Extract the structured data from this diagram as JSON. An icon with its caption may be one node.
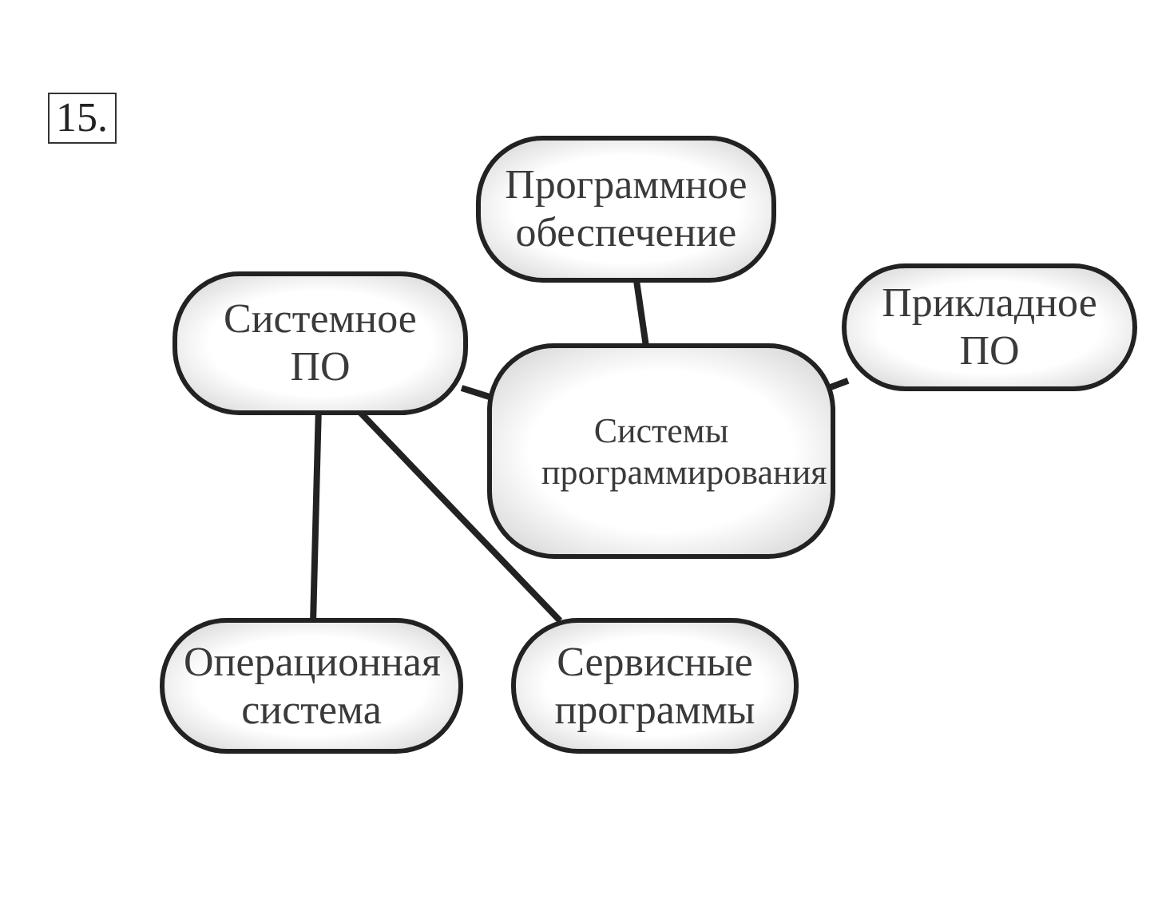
{
  "diagram": {
    "nodes": [
      {
        "text": [
          "Программное обеспечение"
        ]
      },
      {
        "text": [
          "Системное ПО"
        ]
      },
      {
        "text": [
          "Прикладное ПО"
        ]
      },
      {
        "text": [
          "Системы программирования"
        ]
      },
      {
        "text": [
          "Операционная система"
        ]
      },
      {
        "text": [
          "Сервисные программы"
        ]
      }
    ],
    "edges": [
      {
        "from": 0,
        "to": 3,
        "arrow": "none"
      },
      {
        "from": 1,
        "to": 3,
        "arrow": "none"
      },
      {
        "from": 3,
        "to": 2,
        "arrow": "none"
      },
      {
        "from": 1,
        "to": 4,
        "arrow": "none"
      },
      {
        "from": 1,
        "to": 5,
        "arrow": "none"
      }
    ],
    "labels": [
      "15."
    ]
  }
}
